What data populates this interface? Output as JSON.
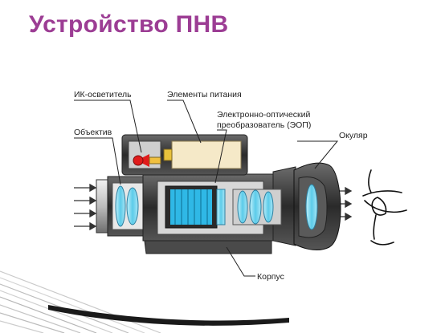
{
  "slide": {
    "title": "Устройство ПНВ"
  },
  "diagram": {
    "labels": {
      "ir_illuminator": "ИК-осветитель",
      "objective": "Объектив",
      "power_elements": "Элементы питания",
      "eop_line1": "Электронно-оптический",
      "eop_line2": "преобразователь (ЭОП)",
      "eyepiece": "Окуляр",
      "housing": "Корпус"
    }
  },
  "colors": {
    "title": "#9c3d94",
    "lens": "#7fd6ee",
    "tube_screen": "#2fb8e6",
    "housing_dark": "#3a3a3a",
    "metal_light": "#d9d9d9",
    "battery": "#f5e9c8",
    "red_led": "#e01b1b"
  },
  "icons": [
    "light-ray-arrow-icon",
    "eye-icon"
  ]
}
